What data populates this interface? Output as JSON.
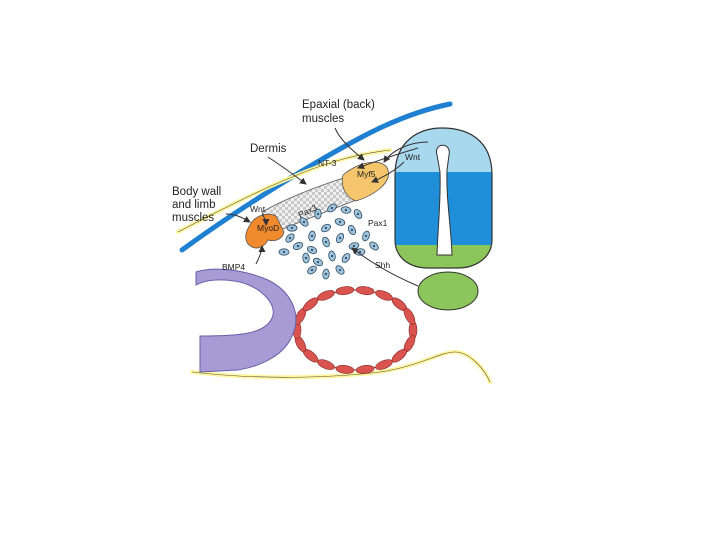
{
  "labels": {
    "epaxial": [
      "Epaxial (back)",
      "muscles"
    ],
    "dermis": "Dermis",
    "body_wall": [
      "Body wall",
      "and limb",
      "muscles"
    ],
    "nt3": "NT-3",
    "wnt_top": "Wnt",
    "myf5": "Myf5",
    "pax3": "Pax3",
    "wnt_left": "Wnt",
    "myod": "MyoD",
    "pax1": "Pax1",
    "shh": "Shh",
    "bmp4": "BMP4"
  },
  "colors": {
    "neural_tube_dorsal": "#a8d8ee",
    "neural_tube_middle": "#1e8fd8",
    "neural_tube_floor": "#8cc65a",
    "notochord": "#8cc65a",
    "ectoderm_blue": "#1f7fd0",
    "ectoderm_yellow": "#fff59a",
    "myotome_epaxial": "#f4c56a",
    "myotome_hypaxial": "#f08a2c",
    "lateral_plate": "#a79bd6",
    "dorsal_aorta": "#d9534f",
    "sclerotome_cells": "#9fc3dc"
  }
}
